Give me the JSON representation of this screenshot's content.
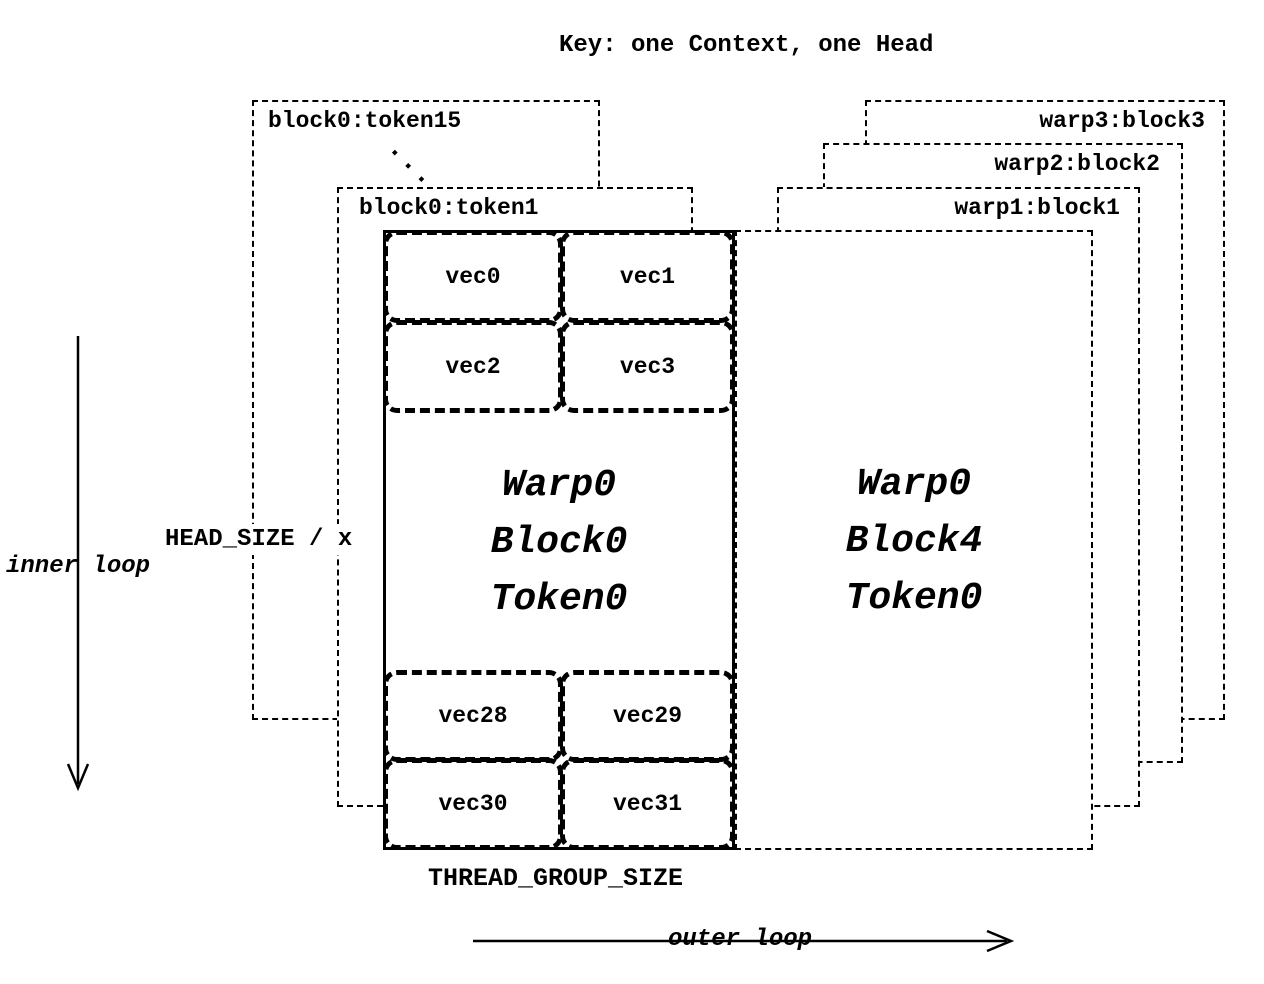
{
  "title": "Key: one Context, one Head",
  "stack": {
    "left_back_labels": [
      "block0:token15",
      "block0:token1"
    ],
    "ellipsis": "...",
    "right_back_labels": [
      "warp3:block3",
      "warp2:block2",
      "warp1:block1"
    ]
  },
  "front_block": {
    "lines": [
      "Warp0",
      "Block0",
      "Token0"
    ],
    "top_vecs": [
      "vec0",
      "vec1",
      "vec2",
      "vec3"
    ],
    "bottom_vecs": [
      "vec28",
      "vec29",
      "vec30",
      "vec31"
    ]
  },
  "right_front_block": {
    "lines": [
      "Warp0",
      "Block4",
      "Token0"
    ]
  },
  "annotations": {
    "inner_loop": "inner loop",
    "outer_loop": "outer loop",
    "head_size": "HEAD_SIZE / x",
    "thread_group_size": "THREAD_GROUP_SIZE"
  }
}
